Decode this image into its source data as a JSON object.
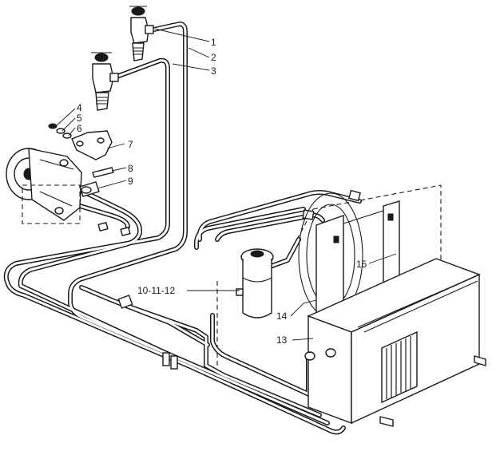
{
  "callouts": [
    {
      "id": "c1",
      "text": "1"
    },
    {
      "id": "c2",
      "text": "2"
    },
    {
      "id": "c3",
      "text": "3"
    },
    {
      "id": "c4",
      "text": "4"
    },
    {
      "id": "c5",
      "text": "5"
    },
    {
      "id": "c6",
      "text": "6"
    },
    {
      "id": "c7",
      "text": "7"
    },
    {
      "id": "c8",
      "text": "8"
    },
    {
      "id": "c9",
      "text": "9"
    },
    {
      "id": "c10",
      "text": "10-11-12"
    },
    {
      "id": "c13",
      "text": "13"
    },
    {
      "id": "c14",
      "text": "14"
    },
    {
      "id": "c15",
      "text": "15"
    }
  ]
}
